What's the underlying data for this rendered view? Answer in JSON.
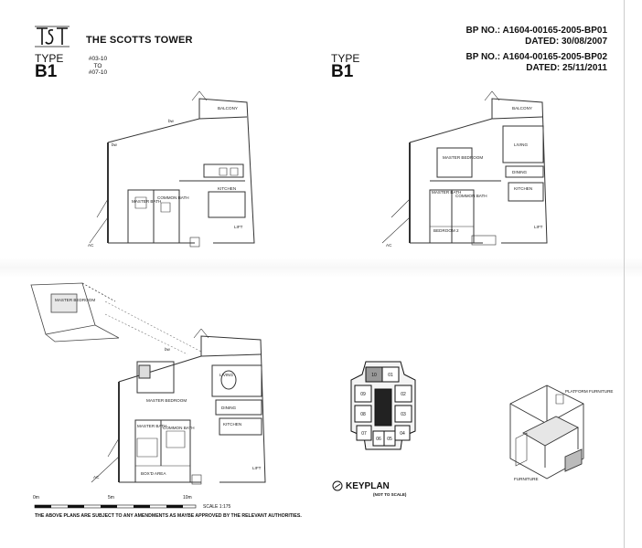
{
  "header": {
    "brand": "THE SCOTTS TOWER",
    "type_label": "TYPE",
    "type_code": "B1",
    "units": [
      "#03-10",
      "TO",
      "#07-10"
    ],
    "bp": [
      {
        "number": "BP NO.: A1604-00165-2005-BP01",
        "dated": "DATED: 30/08/2007"
      },
      {
        "number": "BP NO.: A1604-00165-2005-BP02",
        "dated": "DATED: 25/11/2011"
      }
    ]
  },
  "plans": {
    "balcony": "BALCONY",
    "kitchen": "KITCHEN",
    "lift": "LIFT",
    "master_bath": "MASTER BATH",
    "common_bath": "COMMON BATH",
    "master_bedroom": "MASTER BEDROOM",
    "living": "LIVING",
    "dining": "DINING",
    "bedroom2": "BEDROOM 2",
    "ac": "AC",
    "bw": "bw",
    "boxes": "BOX'D AREA"
  },
  "inset": {
    "label": "MASTER BEDROOM"
  },
  "keyplan": {
    "title": "KEYPLAN",
    "note": "(NOT TO SCALE)",
    "units": [
      "10",
      "01",
      "09",
      "02",
      "08",
      "03",
      "07",
      "04",
      "06",
      "05"
    ]
  },
  "iso": {
    "platform": "PLATFORM FURNITURE",
    "furniture": "FURNITURE"
  },
  "scale": {
    "marks": [
      "0m",
      "5m",
      "10m"
    ],
    "ratio": "SCALE 1:175"
  },
  "disclaimer": "THE ABOVE PLANS ARE SUBJECT TO ANY AMENDMENTS AS MAYBE APPROVED BY THE RELEVANT AUTHORITIES."
}
